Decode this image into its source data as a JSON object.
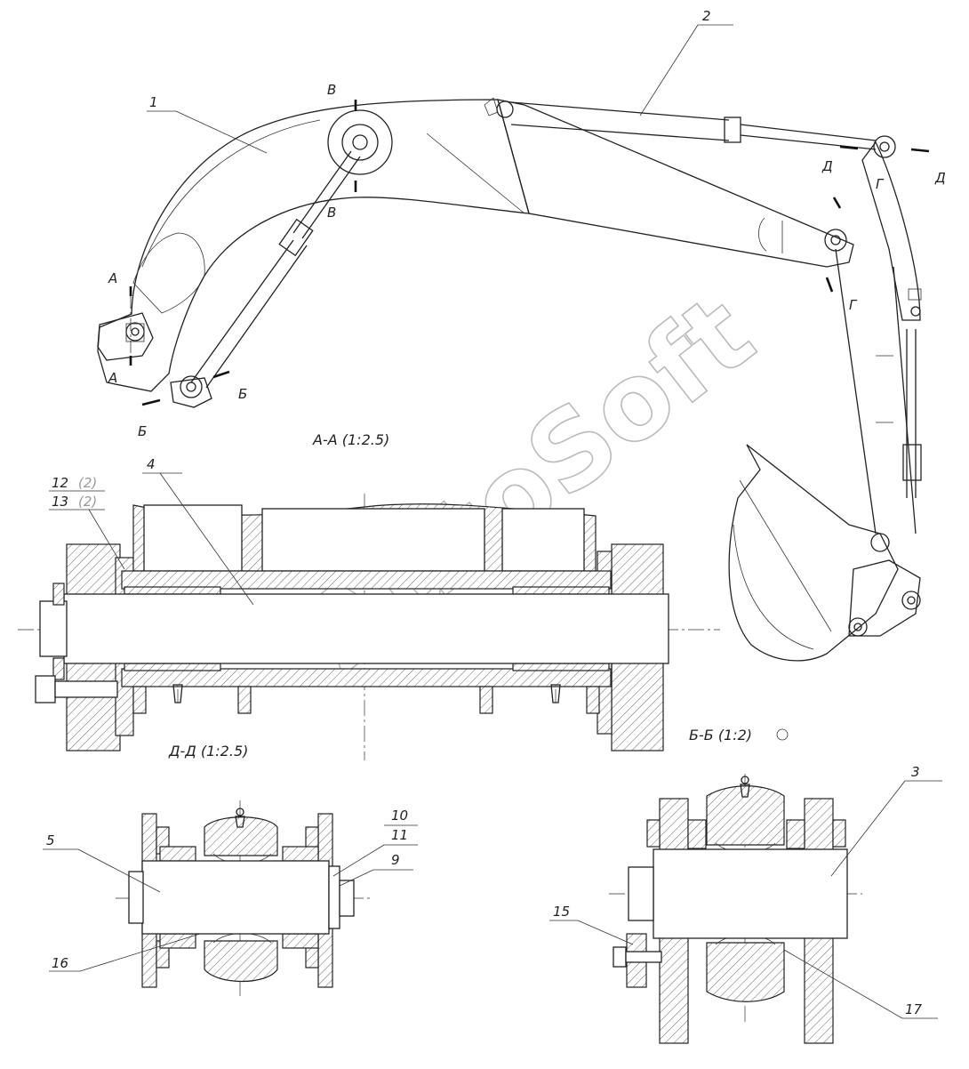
{
  "watermark": "AutoSoft",
  "views": {
    "aa": "А-А  (1:2.5)",
    "dd": "Д-Д  (1:2.5)",
    "bb": "Б-Б  (1:2)"
  },
  "section_marks": {
    "A": "А",
    "B": "Б",
    "V": "В",
    "G": "Г",
    "D": "Д"
  },
  "part_labels": {
    "p1": "1",
    "p2": "2",
    "p3": "3",
    "p4": "4",
    "p5": "5",
    "p9": "9",
    "p10": "10",
    "p11": "11",
    "p12": "12",
    "p13": "13",
    "p15": "15",
    "p16": "16",
    "p17": "17",
    "qty12": "(2)",
    "qty13": "(2)"
  }
}
